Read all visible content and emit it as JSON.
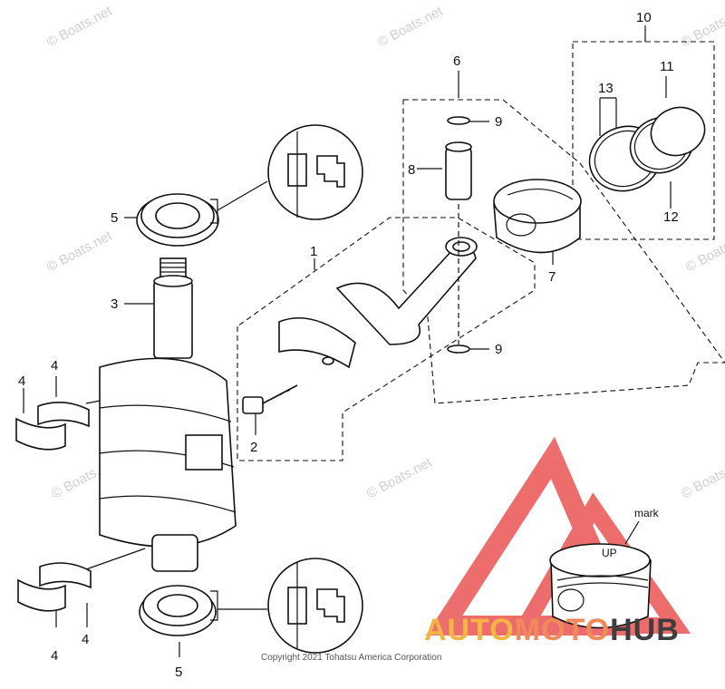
{
  "callouts": {
    "c1": "1",
    "c2": "2",
    "c3": "3",
    "c4a": "4",
    "c4b": "4",
    "c4c": "4",
    "c4d": "4",
    "c5a": "5",
    "c5b": "5",
    "c6": "6",
    "c7": "7",
    "c8": "8",
    "c9a": "9",
    "c9b": "9",
    "c10": "10",
    "c11": "11",
    "c12": "12",
    "c13": "13"
  },
  "watermark": "© Boats.net",
  "mark_label": "mark",
  "piston_marking": "UP",
  "brand": {
    "part1": "AUTO",
    "part2": "MOTO",
    "part3": "HUB",
    "color1": "#f5b544",
    "color2": "#f08a5a",
    "color3": "#3d3d3d"
  },
  "copyright": "Copyright 2021 Tohatsu America Corporation"
}
